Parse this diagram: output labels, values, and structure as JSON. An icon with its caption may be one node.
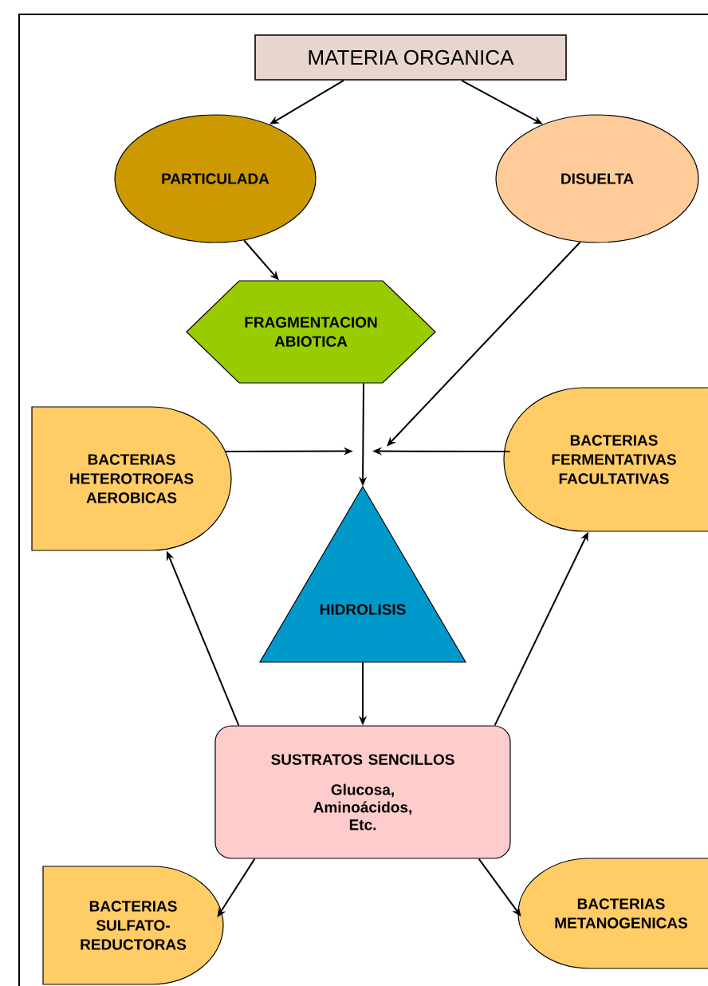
{
  "diagram": {
    "nodes": [
      {
        "text": [
          "MATERIA ORGANICA"
        ]
      },
      {
        "text": [
          "PARTICULADA"
        ]
      },
      {
        "text": [
          "DISUELTA"
        ]
      },
      {
        "text": [
          "FRAGMENTACION ABIOTICA"
        ]
      },
      {
        "text": [
          "BACTERIAS HETEROTROFAS AEROBICAS"
        ]
      },
      {
        "text": [
          "BACTERIAS FERMENTATIVAS FACULTATIVAS"
        ]
      },
      {
        "text": [
          "HIDROLISIS"
        ]
      },
      {
        "text": [
          "SUSTRATOS SENCILLOS",
          "Glucosa, Aminoácidos, Etc."
        ]
      },
      {
        "text": [
          "BACTERIAS SULFATO-REDUCTORAS"
        ]
      },
      {
        "text": [
          "BACTERIAS METANOGENICAS"
        ]
      }
    ],
    "edges": [
      {
        "from": 0,
        "to": 1,
        "arrow": "to"
      },
      {
        "from": 0,
        "to": 2,
        "arrow": "to"
      },
      {
        "from": 1,
        "to": 3,
        "arrow": "to"
      },
      {
        "from": 3,
        "to": 6,
        "arrow": "to"
      },
      {
        "from": 4,
        "to": 6,
        "arrow": "to"
      },
      {
        "from": 5,
        "to": 6,
        "arrow": "to"
      },
      {
        "from": 2,
        "to": 6,
        "arrow": "to"
      },
      {
        "from": 6,
        "to": 7,
        "arrow": "to"
      },
      {
        "from": 7,
        "to": 4,
        "arrow": "to"
      },
      {
        "from": 7,
        "to": 5,
        "arrow": "to"
      },
      {
        "from": 7,
        "to": 8,
        "arrow": "to"
      },
      {
        "from": 7,
        "to": 9,
        "arrow": "to"
      }
    ]
  }
}
